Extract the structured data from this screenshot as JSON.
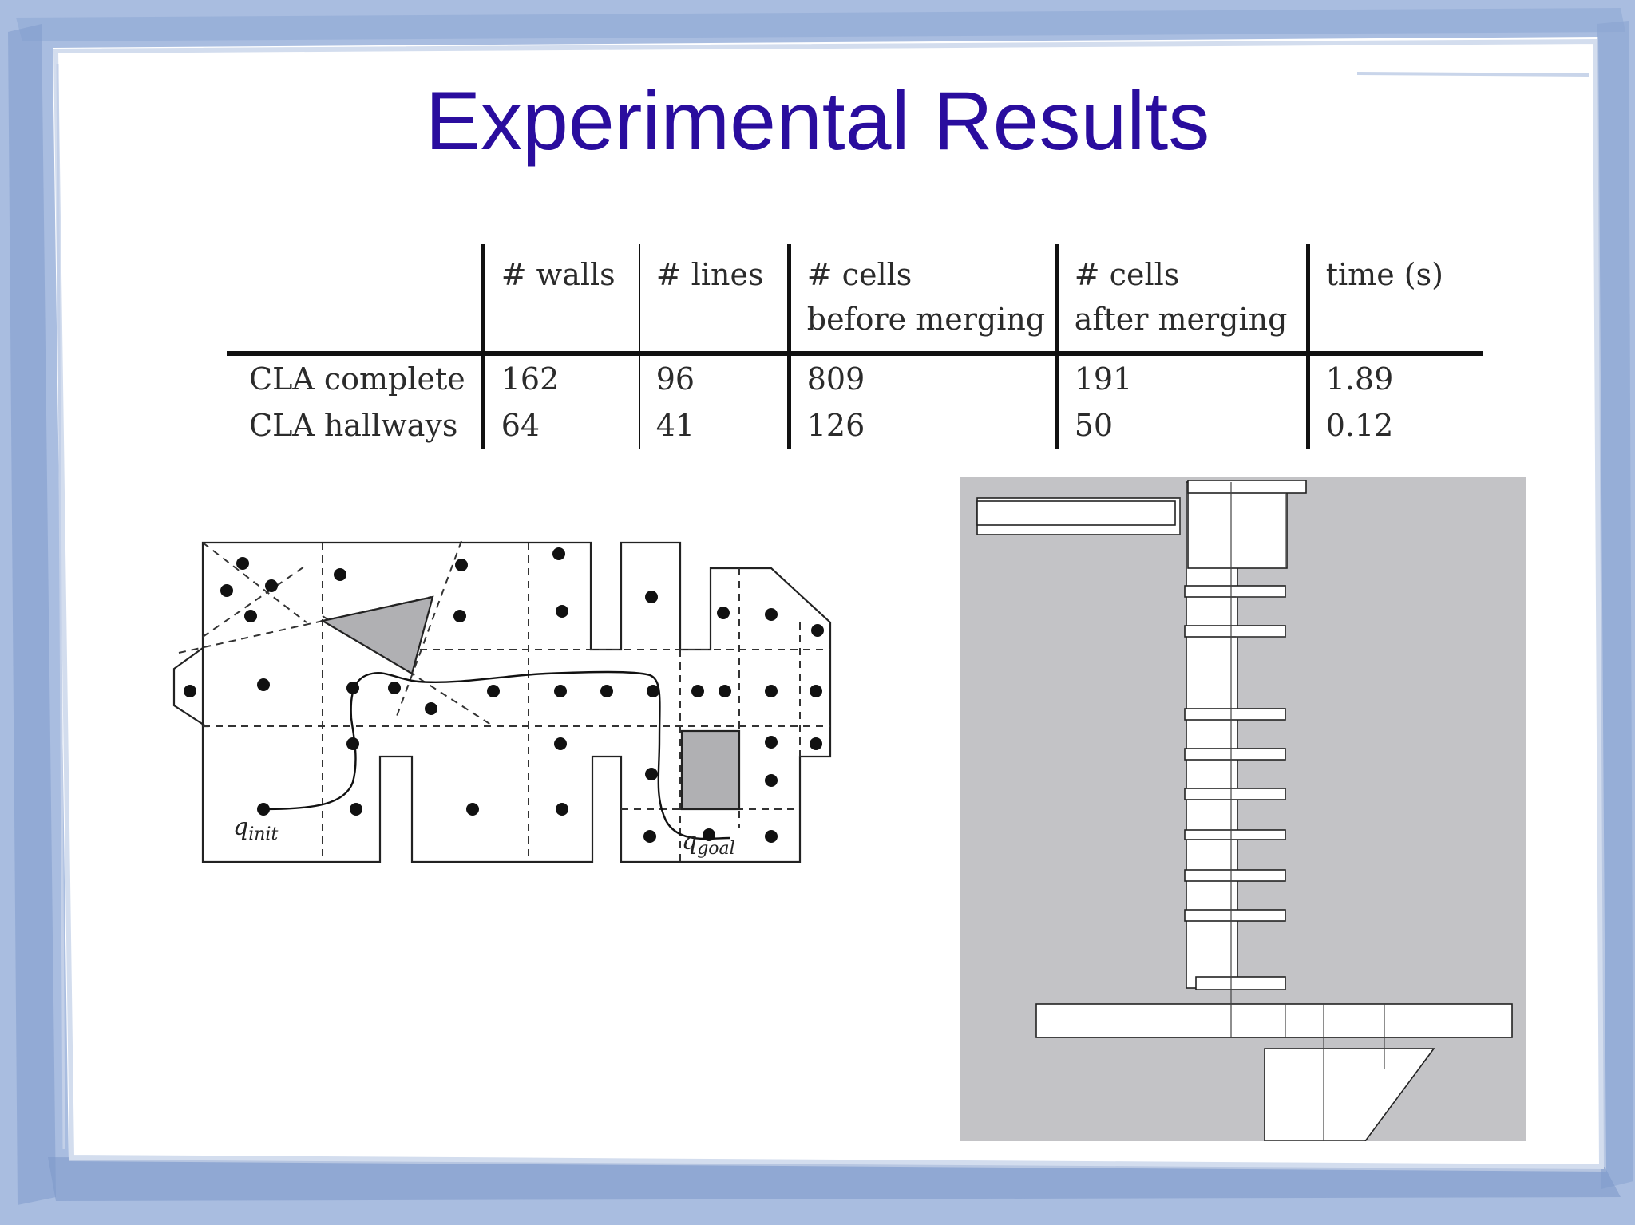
{
  "slide": {
    "title": "Experimental Results"
  },
  "colors": {
    "title": "#2a0d9e",
    "frame_blue": "#a9bde0",
    "obstacle_gray": "#b0b0b3",
    "map_background": "#c3c3c6"
  },
  "table": {
    "headers": [
      {
        "line1": "",
        "line2": ""
      },
      {
        "line1": "# walls",
        "line2": ""
      },
      {
        "line1": "# lines",
        "line2": ""
      },
      {
        "line1": "# cells",
        "line2": "before merging"
      },
      {
        "line1": "# cells",
        "line2": "after merging"
      },
      {
        "line1": "time (s)",
        "line2": ""
      }
    ],
    "rows": [
      {
        "label": "CLA complete",
        "walls": "162",
        "lines": "96",
        "cells_before": "809",
        "cells_after": "191",
        "time": "1.89"
      },
      {
        "label": "CLA hallways",
        "walls": "64",
        "lines": "41",
        "cells_before": "126",
        "cells_after": "50",
        "time": "0.12"
      }
    ]
  },
  "diagram": {
    "start_label": "q",
    "start_sub": "init",
    "goal_label": "q",
    "goal_sub": "goal"
  }
}
